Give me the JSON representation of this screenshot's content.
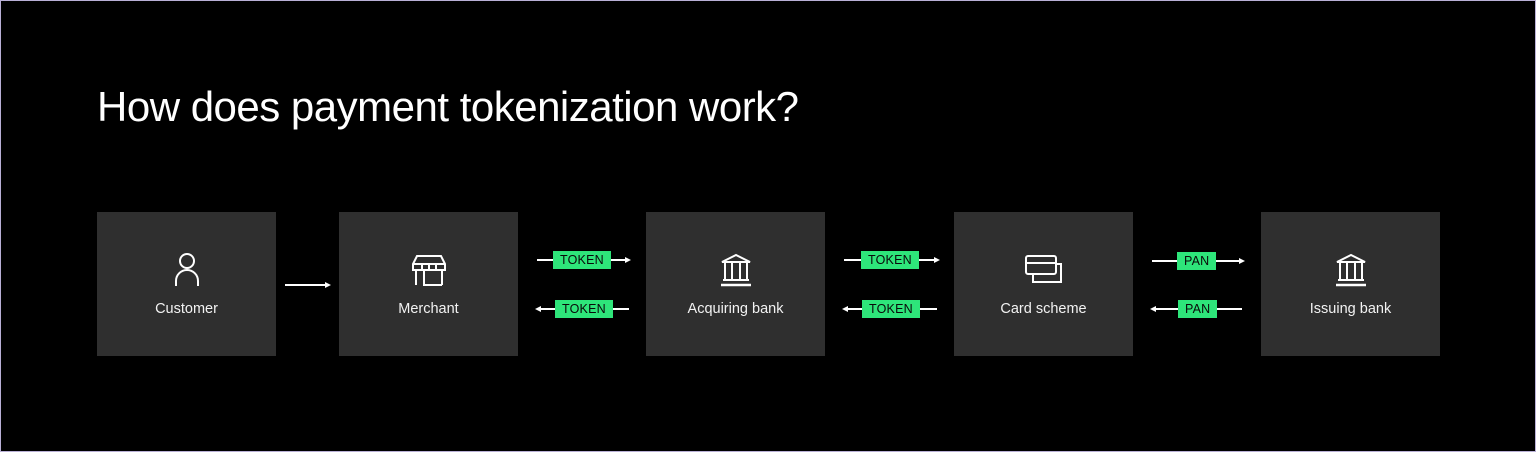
{
  "title": "How does payment tokenization work?",
  "colors": {
    "background": "#000000",
    "node": "#2f2f2f",
    "tag": "#2ee57a",
    "text": "#ffffff"
  },
  "nodes": [
    {
      "label": "Customer",
      "icon": "person-icon"
    },
    {
      "label": "Merchant",
      "icon": "storefront-icon"
    },
    {
      "label": "Acquiring bank",
      "icon": "bank-icon"
    },
    {
      "label": "Card scheme",
      "icon": "credit-cards-icon"
    },
    {
      "label": "Issuing bank",
      "icon": "bank-icon"
    }
  ],
  "edges": [
    {
      "from": "Customer",
      "to": "Merchant",
      "label": ""
    },
    {
      "from": "Merchant",
      "to": "Acquiring bank",
      "label": "TOKEN",
      "direction": "forward"
    },
    {
      "from": "Acquiring bank",
      "to": "Merchant",
      "label": "TOKEN",
      "direction": "back"
    },
    {
      "from": "Acquiring bank",
      "to": "Card scheme",
      "label": "TOKEN",
      "direction": "forward"
    },
    {
      "from": "Card scheme",
      "to": "Acquiring bank",
      "label": "TOKEN",
      "direction": "back"
    },
    {
      "from": "Card scheme",
      "to": "Issuing bank",
      "label": "PAN",
      "direction": "forward"
    },
    {
      "from": "Issuing bank",
      "to": "Card scheme",
      "label": "PAN",
      "direction": "back"
    }
  ]
}
